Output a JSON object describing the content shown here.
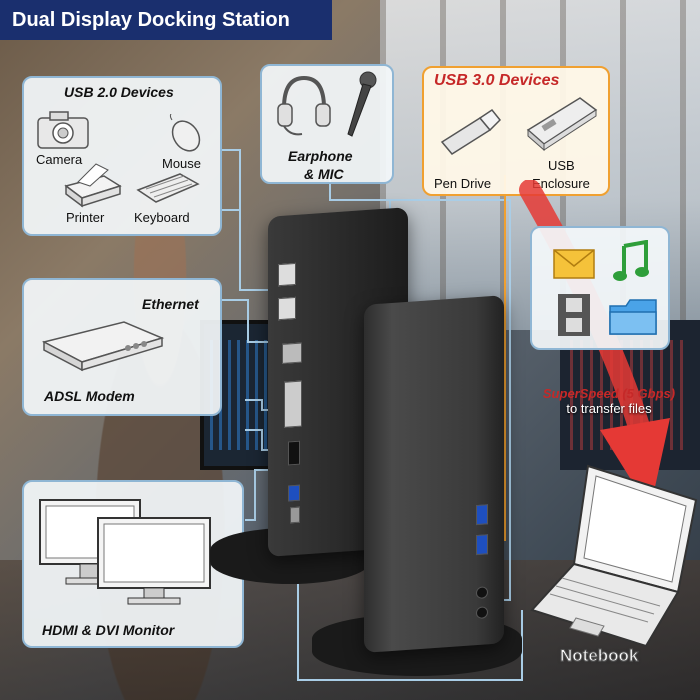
{
  "banner": {
    "title": "Dual Display Docking Station"
  },
  "usb2": {
    "title": "USB 2.0 Devices",
    "items": [
      "Camera",
      "Mouse",
      "Printer",
      "Keyboard"
    ]
  },
  "earphone": {
    "label_line1": "Earphone",
    "label_line2": "& MIC"
  },
  "usb3": {
    "title": "USB 3.0 Devices",
    "pen_drive": "Pen Drive",
    "enclosure_line1": "USB",
    "enclosure_line2": "Enclosure"
  },
  "ethernet": {
    "title": "Ethernet",
    "device": "ADSL Modem"
  },
  "monitor": {
    "title": "HDMI & DVI Monitor"
  },
  "speed": {
    "main": "SuperSpeed (5 Gbps)",
    "sub": "to transfer files"
  },
  "notebook": {
    "label": "Notebook"
  },
  "colors": {
    "banner": "#1a2f6e",
    "usb3_title": "#c62828",
    "panel_border": "#8fb6d4",
    "orange_border": "#f0a030",
    "arrow": "#e53935"
  },
  "icons": [
    "camera-icon",
    "mouse-icon",
    "printer-icon",
    "keyboard-icon",
    "headset-icon",
    "microphone-icon",
    "pen-drive-icon",
    "usb-enclosure-icon",
    "mail-icon",
    "music-icon",
    "film-icon",
    "folder-icon",
    "modem-icon",
    "monitor-icon",
    "laptop-icon"
  ]
}
